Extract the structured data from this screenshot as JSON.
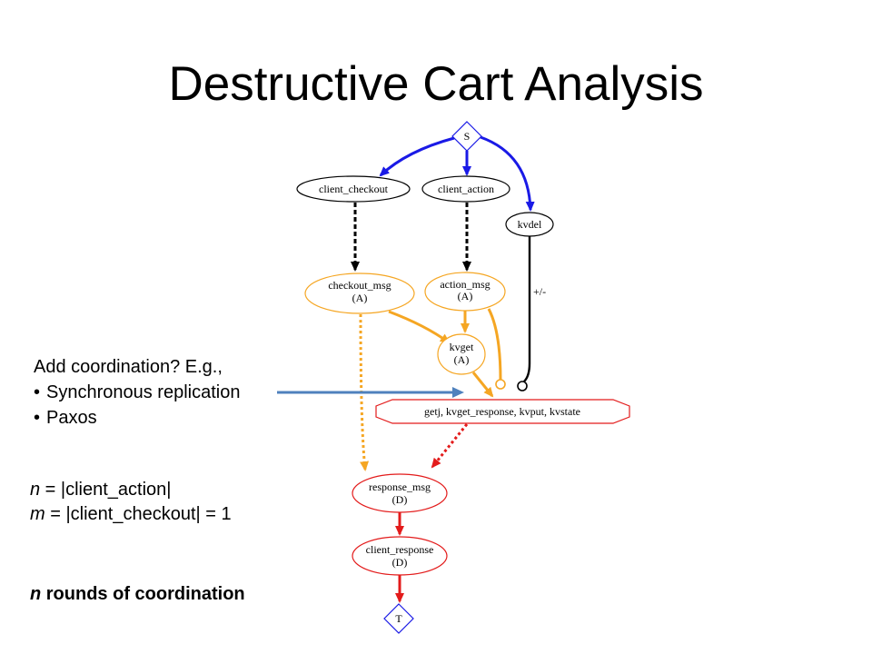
{
  "slide": {
    "title": "Destructive Cart Analysis"
  },
  "notes": {
    "intro": "Add coordination? E.g.,",
    "bullets": [
      "Synchronous replication",
      "Paxos"
    ],
    "n_def": {
      "var": "n",
      "rest": " = |client_action|"
    },
    "m_def": {
      "var": "m",
      "rest": " = |client_checkout| = 1"
    },
    "conclusion": {
      "var": "n",
      "rest": " rounds of coordination"
    }
  },
  "diagram": {
    "nodes": {
      "source": {
        "label": "S"
      },
      "client_checkout": {
        "label": "client_checkout"
      },
      "client_action": {
        "label": "client_action"
      },
      "kvdel": {
        "label": "kvdel"
      },
      "checkout_msg": {
        "label": "checkout_msg",
        "tag": "(A)"
      },
      "action_msg": {
        "label": "action_msg",
        "tag": "(A)"
      },
      "kvget": {
        "label": "kvget",
        "tag": "(A)"
      },
      "merge": {
        "label": "getj, kvget_response, kvput, kvstate"
      },
      "response_msg": {
        "label": "response_msg",
        "tag": "(D)"
      },
      "client_response": {
        "label": "client_response",
        "tag": "(D)"
      },
      "sink": {
        "label": "T"
      }
    },
    "edge_labels": {
      "kvdel_to_merge": "+/-"
    }
  },
  "colors": {
    "blue": "#1a1ae6",
    "orange": "#f5a623",
    "red": "#e31b1b",
    "black": "#000000",
    "annotation_arrow": "#4f81bd"
  }
}
